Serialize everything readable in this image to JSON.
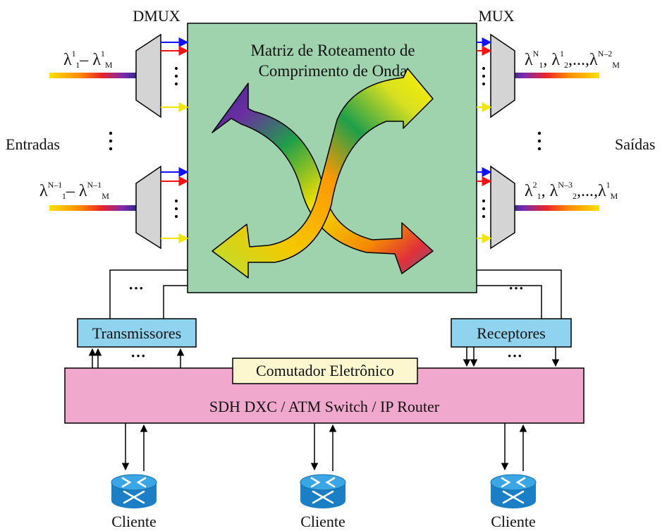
{
  "labels": {
    "dmux": "DMUX",
    "mux": "MUX",
    "entradas": "Entradas",
    "saidas": "Saídas",
    "matrix_line1": "Matriz de Roteamento de",
    "matrix_line2": "Comprimento de Onda",
    "transmissores": "Transmissores",
    "receptores": "Receptores",
    "comutador": "Comutador Eletrônico",
    "router": "SDH DXC / ATM Switch / IP Router",
    "cliente": "Cliente",
    "dots": "···",
    "vdots": "⋮"
  },
  "wavelengths": {
    "in_top": [
      "λ",
      "1",
      "1",
      "– λ",
      "1",
      "M"
    ],
    "in_bottom": [
      "λ",
      "N–1",
      "1",
      "– λ",
      "N–1",
      "M"
    ],
    "out_top": [
      "λ",
      "N",
      "1",
      ", λ",
      "1",
      "2",
      ",...,λ",
      "N–2",
      "M"
    ],
    "out_bottom": [
      "λ",
      "2",
      "1",
      ", λ",
      "N–3",
      "2",
      ",...,λ",
      "1",
      "M"
    ]
  },
  "colors": {
    "matrix": "#9fd3ad",
    "transceiver": "#8fd3ef",
    "router": "#f0a8cc",
    "comutador": "#fdf7d0",
    "mux_body": "#d4d4d4",
    "client": "#1f8fd6"
  }
}
